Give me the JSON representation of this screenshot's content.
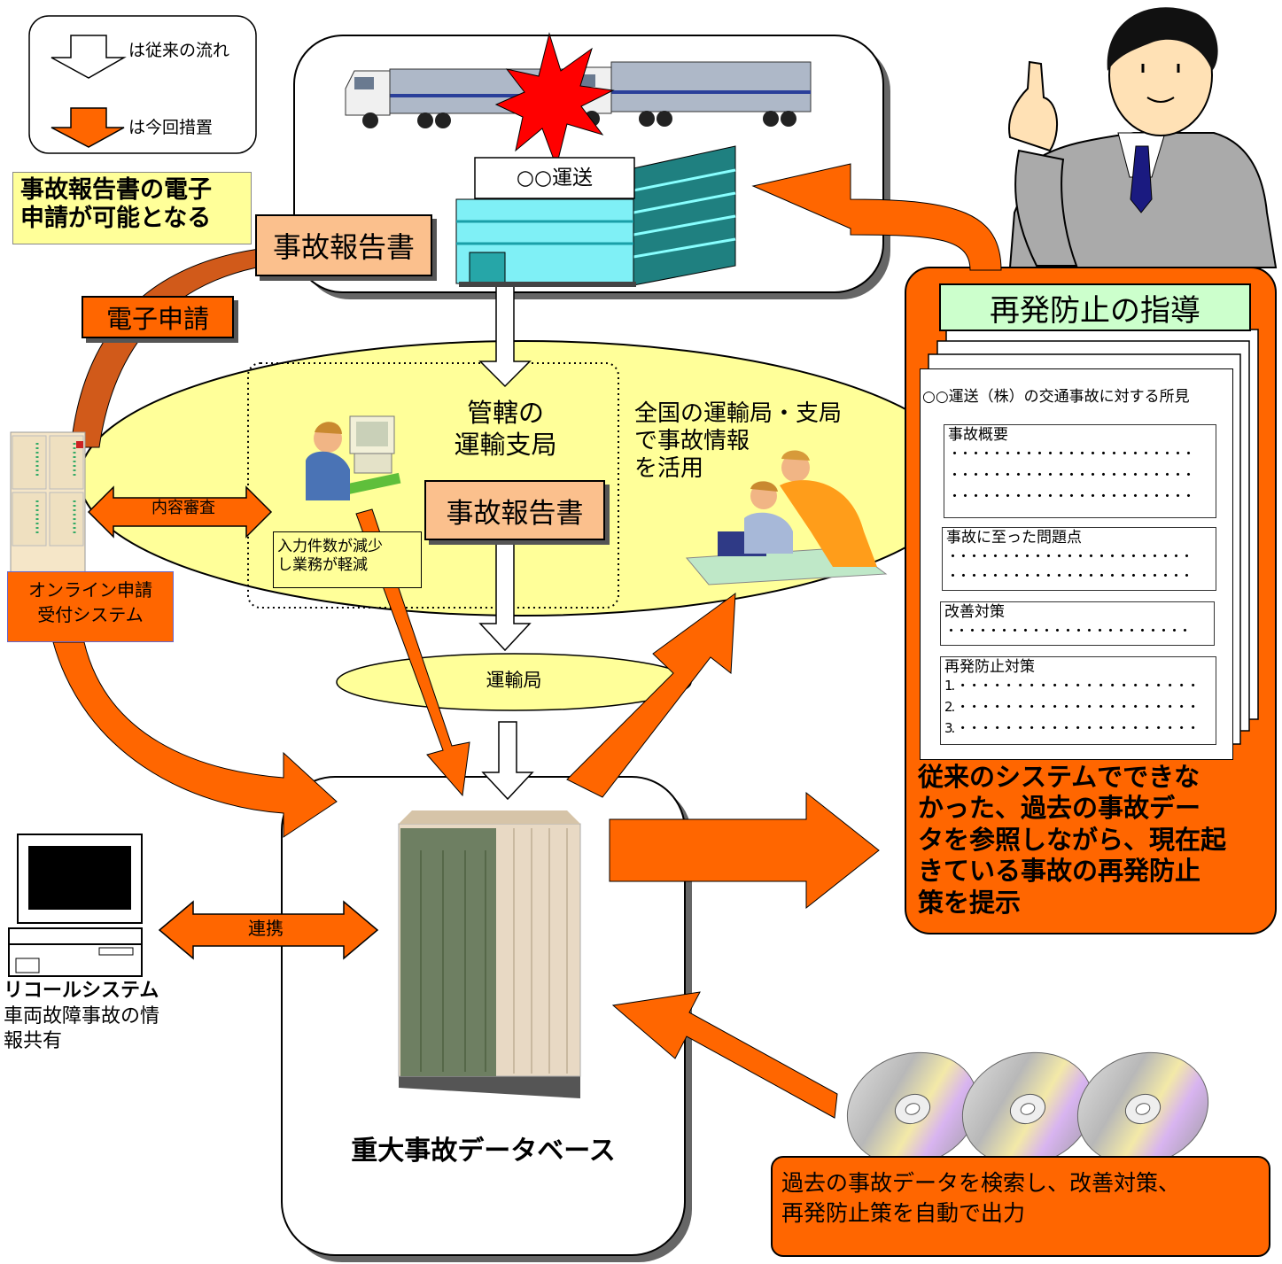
{
  "legend": {
    "conventional_label": "は従来の流れ",
    "new_measure_label": "は今回措置"
  },
  "callouts": {
    "electronic_possible": "事故報告書の電子\n申請が可能となる",
    "report_top": "事故報告書",
    "electronic_application": "電子申請",
    "company_sign": "○○運送",
    "content_review": "内容審査",
    "online_system": "オンライン申請\n受付システム",
    "workload_reduced": "入力件数が減少\nし業務が軽減",
    "branch_office": "管轄の\n運輸支局",
    "report_branch": "事故報告書",
    "national_use": "全国の運輸局・支局\nで事故情報\nを活用",
    "regional_bureau": "運輸局",
    "cooperation": "連携",
    "recall_title": "リコールシステム",
    "recall_desc": "車両故障事故の情\n報共有",
    "database_title": "重大事故データベース",
    "search_output": "過去の事故データを検索し、改善対策、\n再発防止策を自動で出力",
    "guidance_title": "再発防止の指導",
    "guidance_caption": "従来のシステムでできな\nかった、過去の事故デー\nタを参照しながら、現在起\nきている事故の再発防止\n策を提示"
  },
  "document": {
    "heading": "○○運送（株）の交通事故に対する所見",
    "sections": [
      {
        "title": "事故概要",
        "lines": [
          "・・・・・・・・・・・・・・・・・・・・・・・",
          "・・・・・・・・・・・・・・・・・・・・・・・",
          "・・・・・・・・・・・・・・・・・・・・・・・"
        ]
      },
      {
        "title": "事故に至った問題点",
        "lines": [
          "・・・・・・・・・・・・・・・・・・・・・・・",
          "・・・・・・・・・・・・・・・・・・・・・・・"
        ]
      },
      {
        "title": "改善対策",
        "lines": [
          "・・・・・・・・・・・・・・・・・・・・・・・"
        ]
      },
      {
        "title": "再発防止対策",
        "lines": [
          "1.  ・・・・・・・・・・・・・・・・・・・・・",
          "2.  ・・・・・・・・・・・・・・・・・・・・・",
          "3.  ・・・・・・・・・・・・・・・・・・・・・"
        ]
      }
    ]
  },
  "colors": {
    "orange": "#ff6600",
    "dark_orange": "#d15a1a",
    "salmon": "#fbc08d",
    "yellow": "#ffff99",
    "green_title": "#ccffcc",
    "crash_red": "#ff0000"
  },
  "icons": [
    "truck-icon",
    "crash-burst-icon",
    "building-icon",
    "server-cabinet-icon",
    "office-worker-icon",
    "meeting-people-icon",
    "database-server-icon",
    "desktop-computer-icon",
    "cd-disc-icon",
    "presenter-man-icon"
  ]
}
